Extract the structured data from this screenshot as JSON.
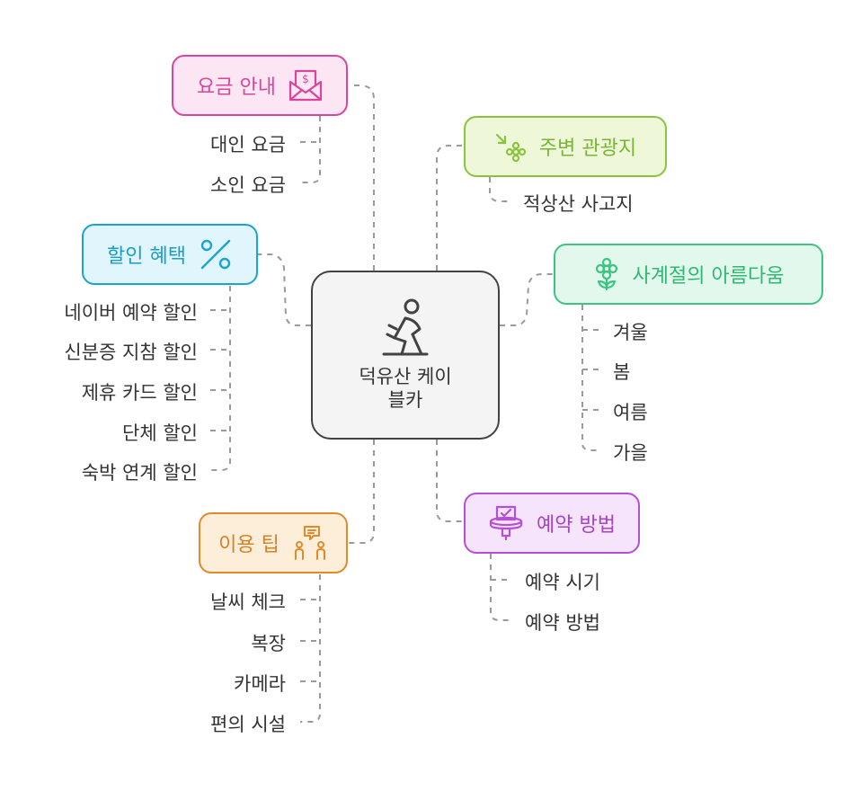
{
  "center": {
    "line1": "덕유산 케이",
    "line2": "블카",
    "icon": "cyclist-icon",
    "color": "#424242"
  },
  "branches": {
    "fee": {
      "label": "요금 안내",
      "icon": "money-envelope-icon",
      "color": "#d9469c",
      "children": [
        "대인 요금",
        "소인 요금"
      ]
    },
    "sights": {
      "label": "주변 관광지",
      "icon": "flower-arrow-icon",
      "color": "#8ac43f",
      "children": [
        "적상산 사고지"
      ]
    },
    "discount": {
      "label": "할인 혜택",
      "icon": "percent-icon",
      "color": "#1ba4cf",
      "children": [
        "네이버 예약 할인",
        "신분증 지참 할인",
        "제휴 카드 할인",
        "단체 할인",
        "숙박 연계 할인"
      ]
    },
    "seasons": {
      "label": "사계절의 아름다움",
      "icon": "flower-icon",
      "color": "#3cc483",
      "children": [
        "겨울",
        "봄",
        "여름",
        "가을"
      ]
    },
    "tips": {
      "label": "이용 팁",
      "icon": "people-chat-icon",
      "color": "#e08a2e",
      "children": [
        "날씨 체크",
        "복장",
        "카메라",
        "편의 시설"
      ]
    },
    "reservation": {
      "label": "예약 방법",
      "icon": "ballot-box-icon",
      "color": "#b54fd6",
      "children": [
        "예약 시기",
        "예약 방법"
      ]
    }
  }
}
